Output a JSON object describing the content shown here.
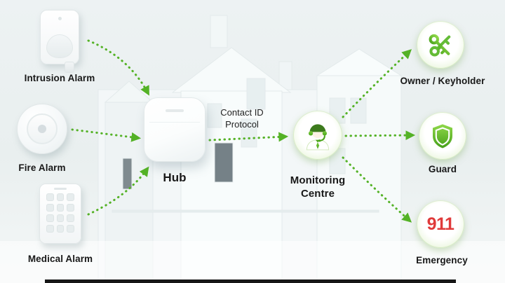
{
  "colors": {
    "accent_green": "#54b226",
    "alert_red": "#e03a3a",
    "background": "#edf2f3"
  },
  "devices": [
    {
      "label": "Intrusion Alarm",
      "icon": "motion-sensor-icon"
    },
    {
      "label": "Fire Alarm",
      "icon": "smoke-detector-icon"
    },
    {
      "label": "Medical Alarm",
      "icon": "keypad-icon"
    }
  ],
  "hub": {
    "label": "Hub",
    "icon": "hub-device-icon"
  },
  "link": {
    "protocol_line1": "Contact ID",
    "protocol_line2": "Protocol"
  },
  "monitoring": {
    "label_line1": "Monitoring",
    "label_line2": "Centre",
    "icon": "operator-headset-icon"
  },
  "targets": [
    {
      "label": "Owner / Keyholder",
      "icon": "keys-icon"
    },
    {
      "label": "Guard",
      "icon": "shield-icon"
    },
    {
      "label": "Emergency",
      "icon": "emergency-911-badge",
      "badge": "911"
    }
  ]
}
